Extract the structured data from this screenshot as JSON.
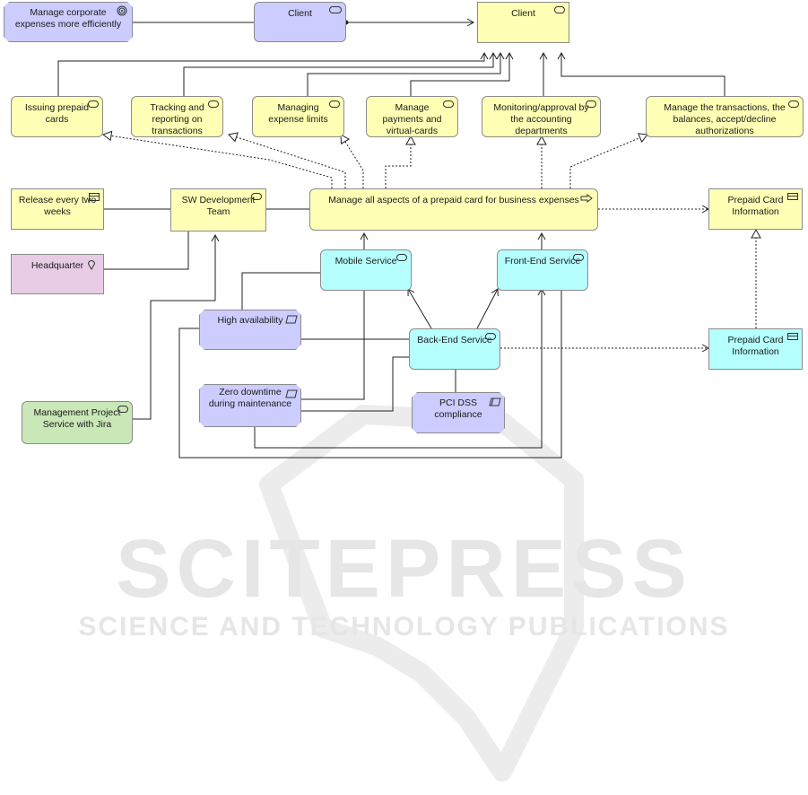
{
  "nodes": {
    "goal": "Manage corporate expenses more efficiently",
    "client_role": "Client",
    "client_actor": "Client",
    "issuing": "Issuing prepaid cards",
    "tracking": "Tracking and reporting on transactions",
    "limits": "Managing expense limits",
    "payments": "Manage payments and virtual-cards",
    "monitoring": "Monitoring/approval by the accounting departments",
    "transactions": "Manage the transactions, the balances, accept/decline authorizations",
    "release": "Release every two weeks",
    "sw_team": "SW Development Team",
    "main_process": "Manage all aspects of a prepaid card for business expenses",
    "card_info_top": "Prepaid Card Information",
    "headquarter": "Headquarter",
    "mobile": "Mobile Service",
    "frontend": "Front-End Service",
    "high_avail": "High availability",
    "backend": "Back-End Service",
    "card_info_bottom": "Prepaid Card Information",
    "zero_downtime": "Zero downtime during maintenance",
    "pci": "PCI DSS compliance",
    "mgmt": "Management Project Service with Jira"
  },
  "watermark": {
    "title": "SCITEPRESS",
    "subtitle": "SCIENCE AND TECHNOLOGY PUBLICATIONS"
  },
  "colors": {
    "business": "#ffffb5",
    "application": "#b5ffff",
    "motivation": "#ccccff",
    "technology": "#c9e7b7",
    "location": "#e8cce6"
  }
}
